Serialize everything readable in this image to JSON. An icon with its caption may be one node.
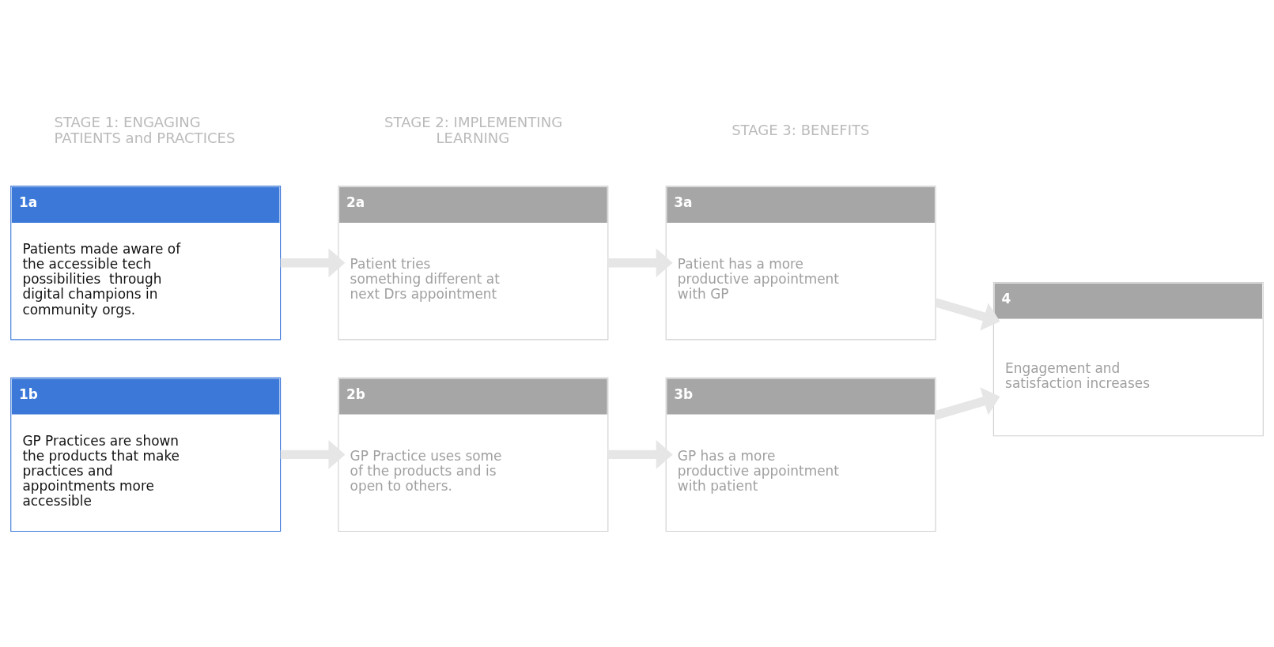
{
  "diagram": {
    "nodes": [
      {
        "text": [
          "1a",
          "Patients made aware of the accessible tech possibilities  through digital champions in community orgs."
        ]
      },
      {
        "text": [
          "2a",
          "Patient tries something different at next Drs appointment"
        ]
      },
      {
        "text": [
          "3a",
          "Patient has a more productive appointment with GP"
        ]
      },
      {
        "text": [
          "4",
          "Engagement and satisfaction increases"
        ]
      },
      {
        "text": [
          "1b",
          "GP Practices are shown the products that make practices and appointments more accessible"
        ]
      },
      {
        "text": [
          "2b",
          "GP Practice uses some of the products and is open to others."
        ]
      },
      {
        "text": [
          "3b",
          "GP has a more productive appointment with patient"
        ]
      }
    ],
    "edges": [
      {
        "from": 0,
        "to": 1,
        "arrow": "to"
      },
      {
        "from": 1,
        "to": 2,
        "arrow": "to"
      },
      {
        "from": 2,
        "to": 3,
        "arrow": "to"
      },
      {
        "from": 4,
        "to": 5,
        "arrow": "to"
      },
      {
        "from": 5,
        "to": 6,
        "arrow": "to"
      },
      {
        "from": 6,
        "to": 3,
        "arrow": "to"
      }
    ],
    "labels": [
      "STAGE 1: ENGAGING PATIENTS and PRACTICES",
      "STAGE 2: IMPLEMENTING LEARNING",
      "STAGE 3: BENEFITS"
    ]
  }
}
